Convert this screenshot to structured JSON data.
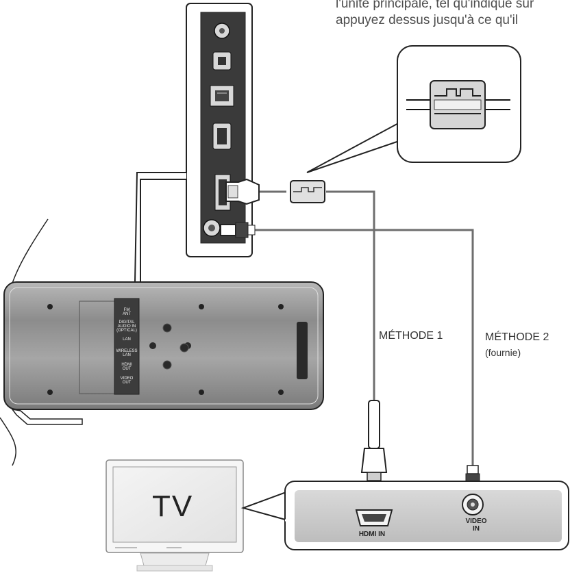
{
  "instructions": {
    "line1": "l'unité principale, tel qu'indiqué sur",
    "line2": "appuyez dessus jusqu'à ce qu'il"
  },
  "methods": {
    "method1": "MÉTHODE 1",
    "method2": "MÉTHODE 2",
    "method2_note": "(fournie)"
  },
  "tv": {
    "screen_text": "TV"
  },
  "tv_ports": {
    "hdmi_in": "HDMI IN",
    "video_in_line1": "VIDEO",
    "video_in_line2": "IN"
  },
  "unit_panel_labels": {
    "fm_ant_1": "FM",
    "fm_ant_2": "ANT",
    "digital_1": "DIGITAL",
    "digital_2": "AUDIO IN",
    "digital_3": "(OPTICAL)",
    "lan": "LAN",
    "wireless_1": "WIRELESS",
    "wireless_2": "LAN",
    "hdmi_out_1": "HDMI",
    "hdmi_out_2": "OUT",
    "video_out_1": "VIDEO",
    "video_out_2": "OUT"
  },
  "colors": {
    "cable": "#6e6e6e",
    "panel_dark": "#2f2f2f",
    "unit_body": "#9a9a9a",
    "text": "#333333"
  }
}
